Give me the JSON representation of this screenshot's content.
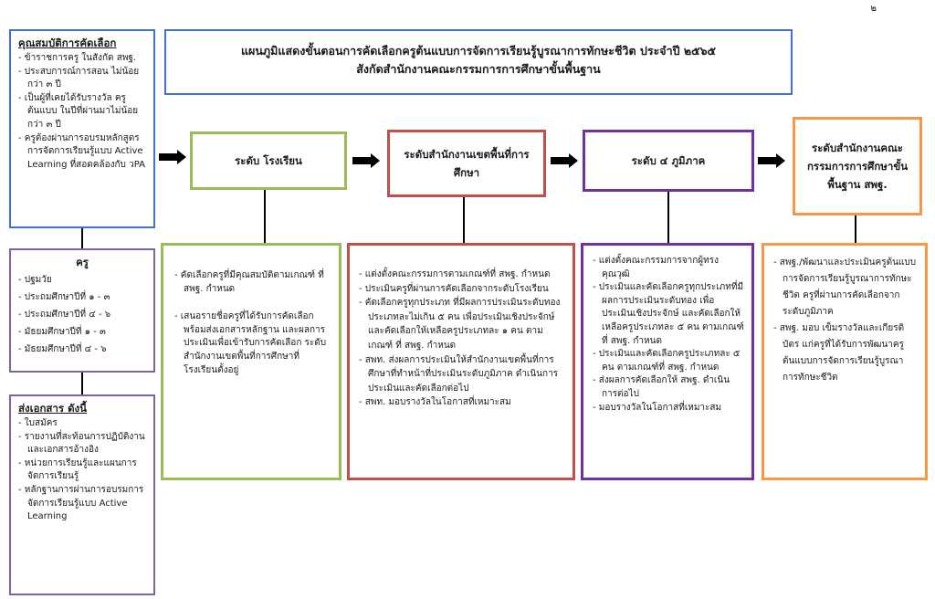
{
  "page_number": "๒",
  "header": {
    "line1": "แผนภูมิแสดงขั้นตอนการคัดเลือกครูต้นแบบการจัดการเรียนรู้บูรณาการทักษะชีวิต ประจำปี ๒๕๖๕",
    "line2": "สังกัดสำนักงานคณะกรรมการการศึกษาขั้นพื้นฐาน"
  },
  "qualifications": {
    "title": "คุณสมบัติการคัดเลือก",
    "items": [
      "ข้าราชการครู ในสังกัด สพฐ.",
      "ประสบการณ์การสอน ไม่น้อยกว่า ๓ ปี",
      "เป็นผู้ที่เคยได้รับรางวัล ครูต้นแบบ ในปีที่ผ่านมาไม่น้อยกว่า ๓ ปี",
      "ครูต้องผ่านการอบรมหลักสูตรการจัดการเรียนรู้แบบ Active Learning ที่สอดคล้องกับ วPA"
    ]
  },
  "teachers": {
    "title": "ครู",
    "items": [
      "ปฐมวัย",
      "ประถมศึกษาปีที่ ๑ - ๓",
      "ประถมศึกษาปีที่ ๔ - ๖",
      "มัธยมศึกษาปีที่ ๑ - ๓",
      "มัธยมศึกษาปีที่ ๔ - ๖"
    ]
  },
  "documents": {
    "title": "ส่งเอกสาร ดังนี้",
    "items": [
      "ใบสมัคร",
      "รายงานที่สะท้อนการปฏิบัติงานและเอกสารอ้างอิง",
      "หน่วยการเรียนรู้และแผนการจัดการเรียนรู้",
      "หลักฐานการผ่านการอบรมการจัดการเรียนรู้แบบ Active Learning"
    ]
  },
  "levels": {
    "school": "ระดับ โรงเรียน",
    "area": "ระดับสำนักงานเขตพื้นที่การศึกษา",
    "region": "ระดับ ๔ ภูมิภาค",
    "office": "ระดับสำนักงานคณะกรรมการการศึกษาขั้นพื้นฐาน สพฐ."
  },
  "details": {
    "school": [
      "คัดเลือกครูที่มีคุณสมบัติตามเกณฑ์ ที่ สพฐ. กำหนด",
      "เสนอรายชื่อครูที่ได้รับการคัดเลือก พร้อมส่งเอกสารหลักฐาน และผลการประเมินเพื่อเข้ารับการคัดเลือก ระดับสำนักงานเขตพื้นที่การศึกษาที่โรงเรียนตั้งอยู่"
    ],
    "area": [
      "แต่งตั้งคณะกรรมการตามเกณฑ์ที่ สพฐ. กำหนด",
      "ประเมินครูที่ผ่านการคัดเลือกจากระดับโรงเรียน",
      "คัดเลือกครูทุกประเภท ที่มีผลการประเมินระดับทอง ประเภทละไม่เกิน ๕ คน เพื่อประเมินเชิงประจักษ์ และคัดเลือกให้เหลือครูประเภทละ ๑ คน ตามเกณฑ์ ที่ สพฐ. กำหนด",
      "สพท. ส่งผลการประเมินให้สำนักงานเขตพื้นที่การศึกษาที่ทำหน้าที่ประเมินระดับภูมิภาค ดำเนินการประเมินและคัดเลือกต่อไป",
      "สพท. มอบรางวัลในโอกาสที่เหมาะสม"
    ],
    "region": [
      "แต่งตั้งคณะกรรมการจากผู้ทรงคุณวุฒิ",
      "ประเมินและคัดเลือกครูทุกประเภทที่มีผลการประเมินระดับทอง เพื่อประเมินเชิงประจักษ์ และคัดเลือกให้เหลือครูประเภทละ ๕ คน ตามเกณฑ์ ที่ สพฐ. กำหนด",
      "ประเมินและคัดเลือกครูประเภทละ ๕ คน ตามเกณฑ์ที่ สพฐ. กำหนด",
      "ส่งผลการคัดเลือกให้ สพฐ. ดำเนินการต่อไป",
      "มอบรางวัลในโอกาสที่เหมาะสม"
    ],
    "office": [
      "สพฐ./พัฒนาและประเมินครูต้นแบบการจัดการเรียนรู้บูรณาการทักษะชีวิต ครูที่ผ่านการคัดเลือกจากระดับภูมิภาค",
      "สพฐ. มอบ เข็มรางวัลและเกียรติบัตร แก่ครูที่ได้รับการพัฒนาครูต้นแบบการจัดการเรียนรู้บูรณาการทักษะชีวิต"
    ]
  },
  "colors": {
    "blue": "#4472c4",
    "green": "#9bbb59",
    "red": "#c0504d",
    "purple": "#7030a0",
    "orange": "#f79646"
  }
}
